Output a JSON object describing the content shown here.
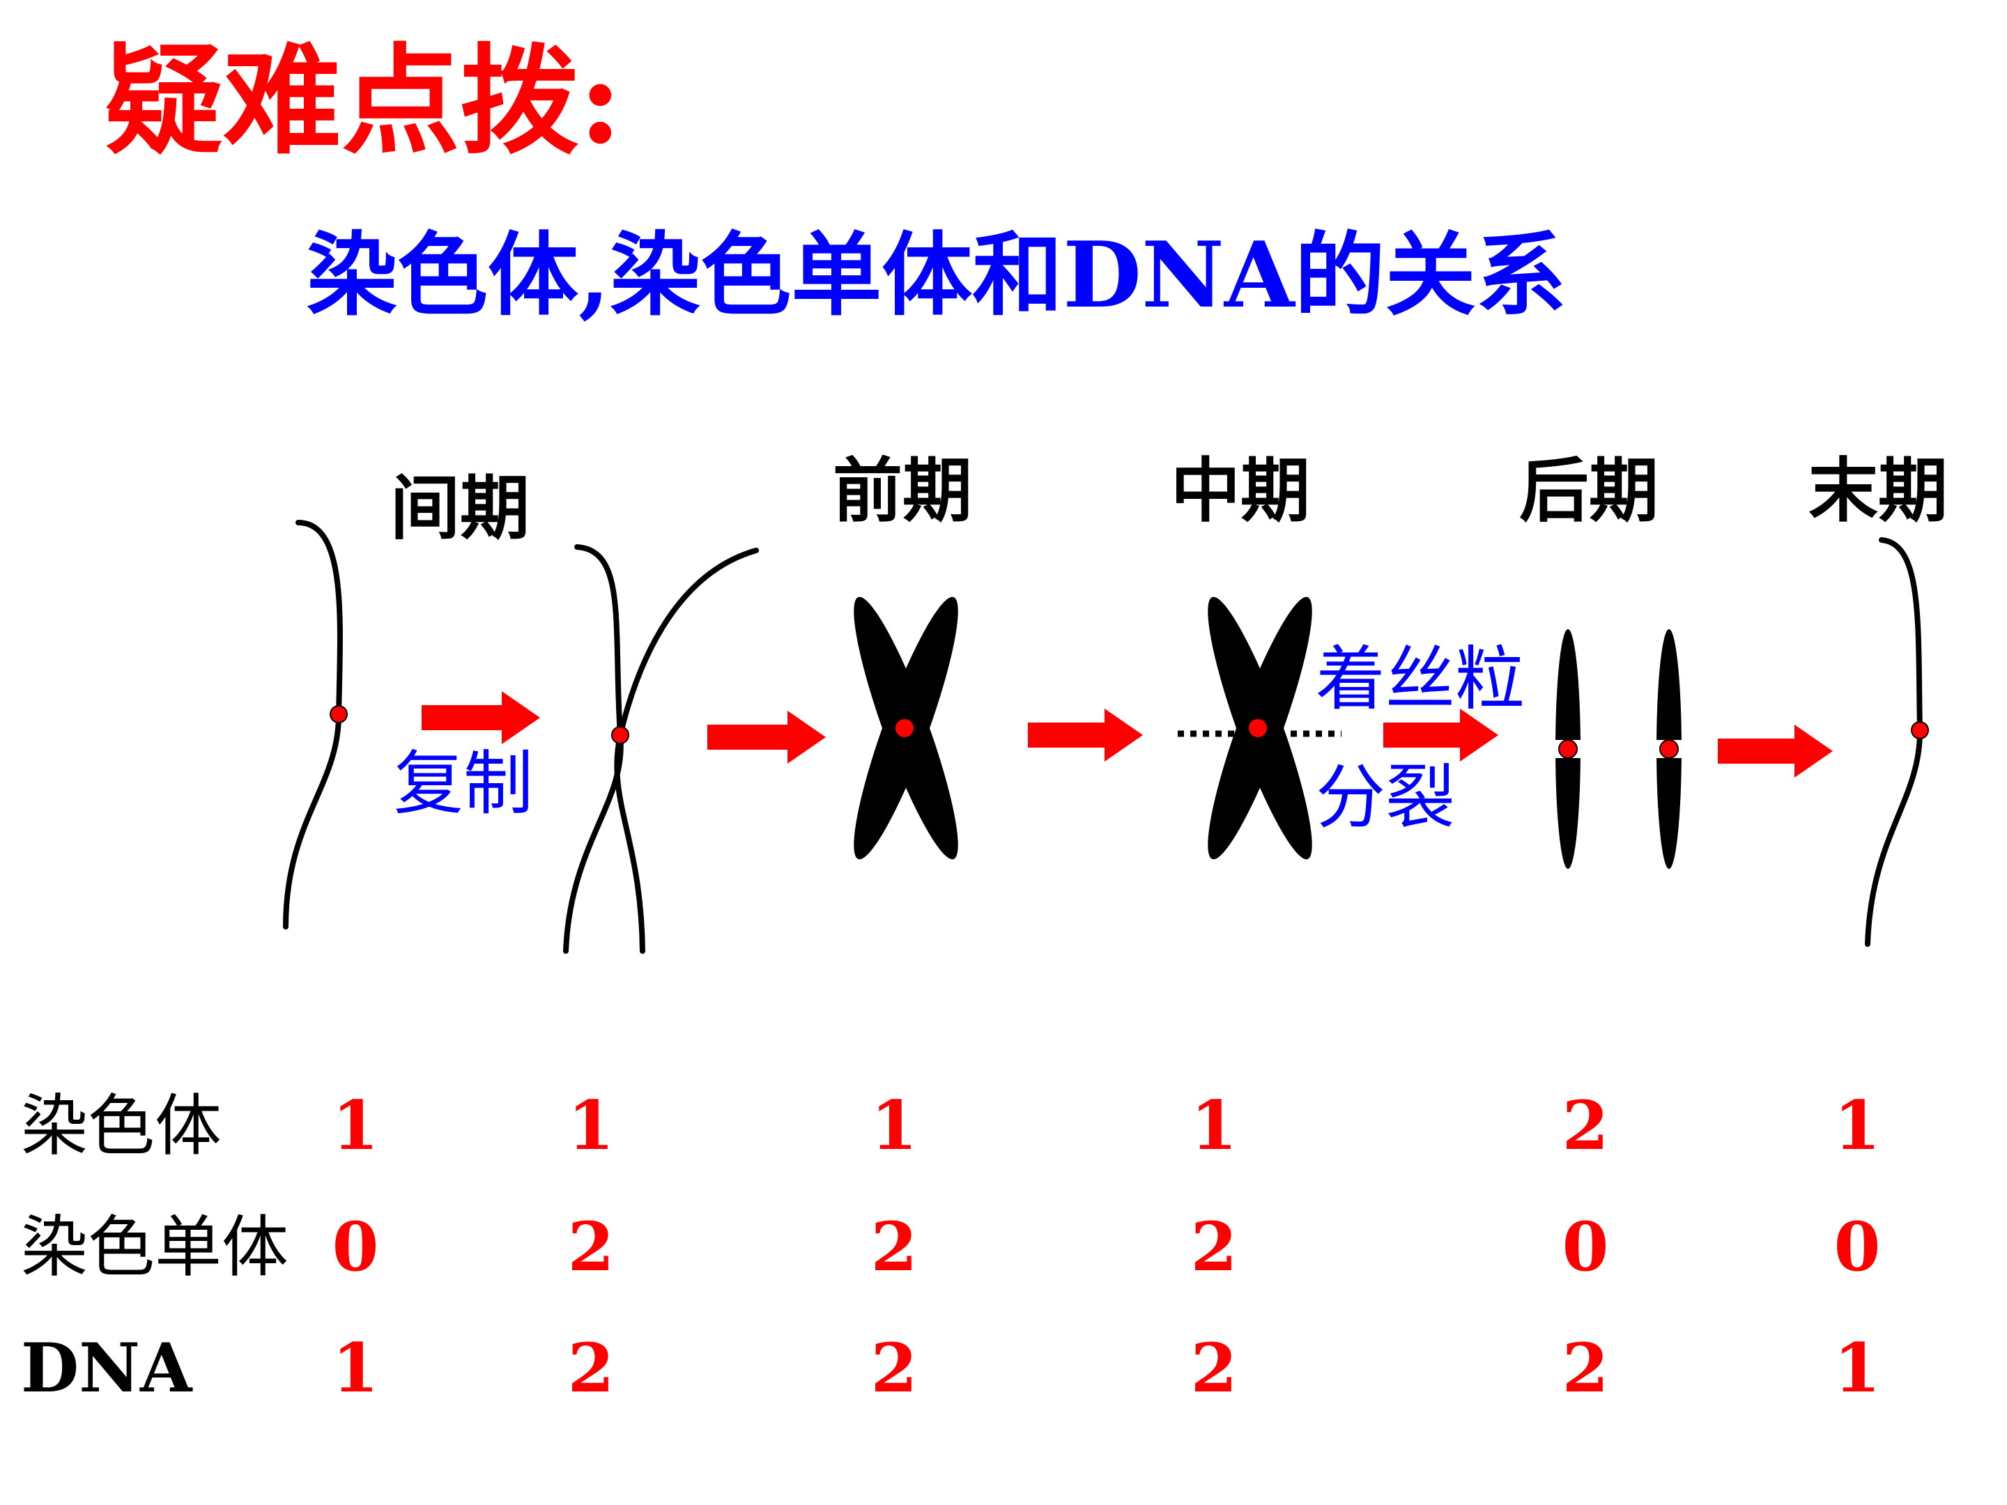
{
  "heading": "疑难点拨:",
  "subtitle": "染色体,染色单体和DNA的关系",
  "phases": [
    "间期",
    "前期",
    "中期",
    "后期",
    "末期"
  ],
  "annotations": {
    "replication": "复制",
    "centromere": "着丝粒",
    "split": "分裂"
  },
  "table": {
    "rows": [
      {
        "label": "染色体",
        "values": [
          "1",
          "1",
          "1",
          "1",
          "2",
          "1"
        ]
      },
      {
        "label": "染色单体",
        "values": [
          "0",
          "2",
          "2",
          "2",
          "0",
          "0"
        ]
      },
      {
        "label": "DNA",
        "values": [
          "1",
          "2",
          "2",
          "2",
          "2",
          "1"
        ]
      }
    ]
  },
  "colors": {
    "heading": "#ff0000",
    "subtitle": "#0000ff",
    "annotation": "#0000ff",
    "value": "#ff0000",
    "arrow": "#ff0000",
    "centromere": "#ff0000",
    "chromosome": "#000000"
  }
}
